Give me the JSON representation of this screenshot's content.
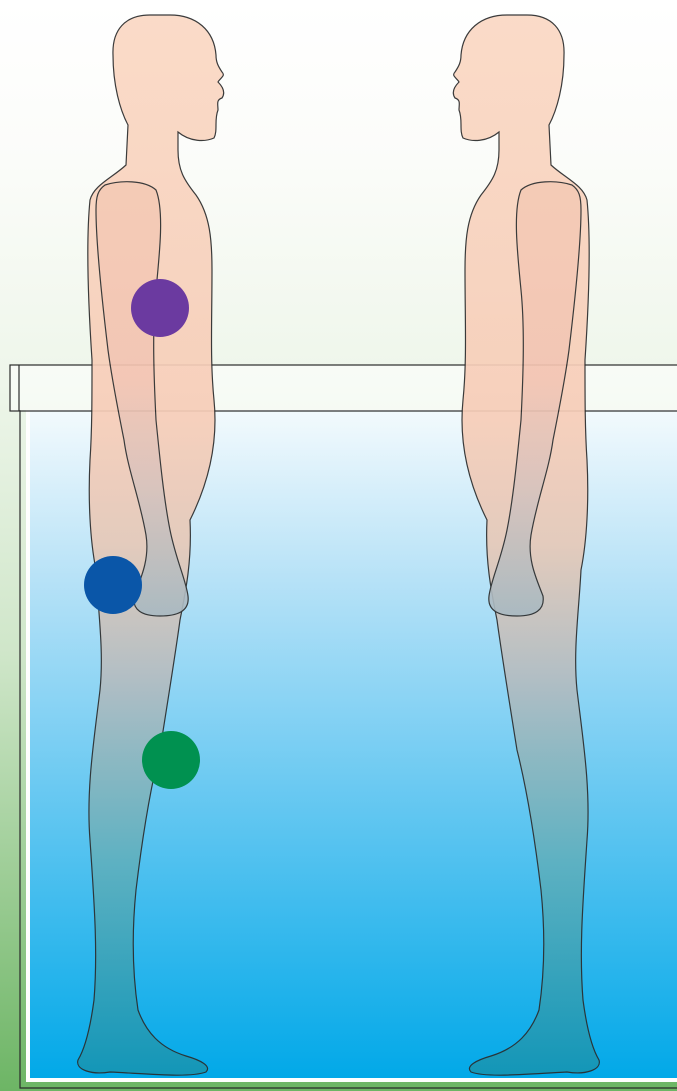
{
  "colors": {
    "skin": "#f9d3bd",
    "skin_shade": "#f2c1aa",
    "outline": "#2b2b2b",
    "water_top": "#e6f4fb",
    "water_bottom": "#00a8e8",
    "wall_bottom": "#6db565",
    "marker_purple": "#6b3aa0",
    "marker_blue": "#0a56a8",
    "marker_green": "#009150"
  },
  "markers": [
    {
      "name": "upper-arm-marker",
      "color": "#6b3aa0"
    },
    {
      "name": "thigh-marker",
      "color": "#0a56a8"
    },
    {
      "name": "knee-marker",
      "color": "#009150"
    }
  ]
}
